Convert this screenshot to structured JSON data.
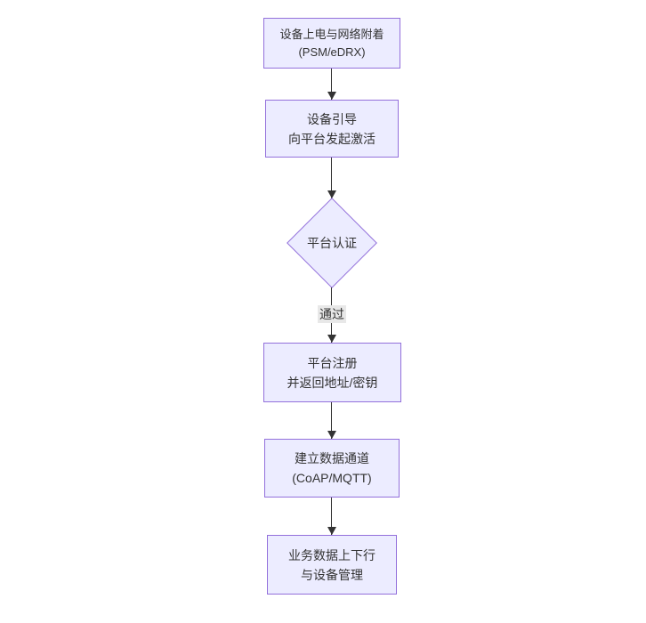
{
  "diagram": {
    "type": "flowchart",
    "direction": "top-down",
    "colors": {
      "background": "#ffffff",
      "node_fill": "#ECECFF",
      "node_border": "#9370DB",
      "text": "#333333",
      "arrow": "#333333",
      "edge_label_bg": "#e8e8e8"
    },
    "nodes": {
      "attach": {
        "line1": "设备上电与网络附着",
        "line2": "(PSM/eDRX)"
      },
      "bootstrap": {
        "line1": "设备引导",
        "line2": "向平台发起激活"
      },
      "auth": {
        "label": "平台认证"
      },
      "register": {
        "line1": "平台注册",
        "line2": "并返回地址/密钥"
      },
      "channel": {
        "line1": "建立数据通道",
        "line2": "(CoAP/MQTT)"
      },
      "business": {
        "line1": "业务数据上下行",
        "line2": "与设备管理"
      }
    },
    "edges": {
      "auth_to_register_label": "通过"
    }
  }
}
